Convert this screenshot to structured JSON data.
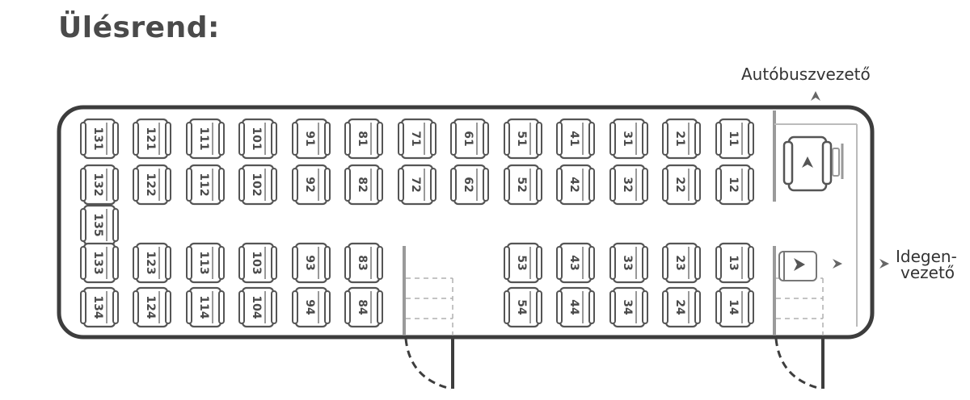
{
  "title": "Ülésrend:",
  "labels": {
    "driver": "Autóbuszvezető",
    "guide_line1": "Idegen-",
    "guide_line2": "vezető"
  },
  "icons": {
    "driver_seat": "driver-seat-icon",
    "guide_seat": "guide-seat-icon",
    "driver_arrow": "arrow-up-icon",
    "guide_arrow": "arrow-right-icon"
  },
  "colors": {
    "outline": "#3d3d3d",
    "seat": "#555555",
    "wall": "#999999",
    "dashed": "#aaaaaa"
  },
  "seat_rows": {
    "top_a": [
      "131",
      "121",
      "111",
      "101",
      "91",
      "81",
      "71",
      "61",
      "51",
      "41",
      "31",
      "21",
      "11"
    ],
    "top_b": [
      "132",
      "122",
      "112",
      "102",
      "92",
      "82",
      "72",
      "62",
      "52",
      "42",
      "32",
      "22",
      "12"
    ],
    "middle": [
      "135"
    ],
    "bottom_a_left": [
      "133",
      "123",
      "113",
      "103",
      "93",
      "83"
    ],
    "bottom_a_right": [
      "53",
      "43",
      "33",
      "23",
      "13"
    ],
    "bottom_b_left": [
      "134",
      "124",
      "114",
      "104",
      "94",
      "84"
    ],
    "bottom_b_right": [
      "54",
      "44",
      "34",
      "24",
      "14"
    ]
  }
}
